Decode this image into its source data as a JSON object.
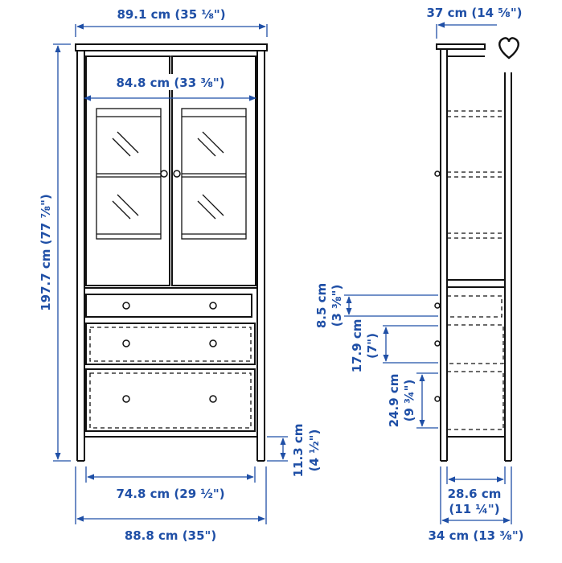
{
  "colors": {
    "dimension": "#1f4fa6",
    "drawing": "#111111"
  },
  "icons": {
    "favorite": "heart-icon"
  },
  "front": {
    "overall_width": "89.1 cm (35 ⅛\")",
    "inner_width": "84.8 cm (33 ⅜\")",
    "height": "197.7 cm (77 ⅞\")",
    "leg_height_cm": "11.3 cm",
    "leg_height_in": "(4 ½\")",
    "drawer_width": "74.8 cm (29 ½\")",
    "base_width": "88.8 cm (35\")"
  },
  "side": {
    "depth": "37 cm (14 ⅝\")",
    "drawer1_cm": "8.5 cm",
    "drawer1_in": "(3 ⅜\")",
    "drawer2_cm": "17.9 cm",
    "drawer2_in": "(7\")",
    "drawer3_cm": "24.9 cm",
    "drawer3_in": "(9 ¾\")",
    "inner_depth_cm": "28.6 cm",
    "inner_depth_in": "(11 ¼\")",
    "base_depth": "34 cm (13 ⅜\")"
  }
}
